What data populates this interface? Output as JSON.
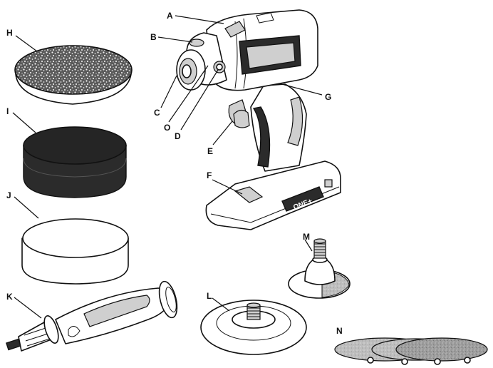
{
  "callouts": {
    "A": "A",
    "B": "B",
    "C": "C",
    "O": "O",
    "D": "D",
    "E": "E",
    "F": "F",
    "G": "G",
    "H": "H",
    "I": "I",
    "J": "J",
    "K": "K",
    "L": "L",
    "M": "M",
    "N": "N"
  },
  "battery_logo": "ONE+"
}
